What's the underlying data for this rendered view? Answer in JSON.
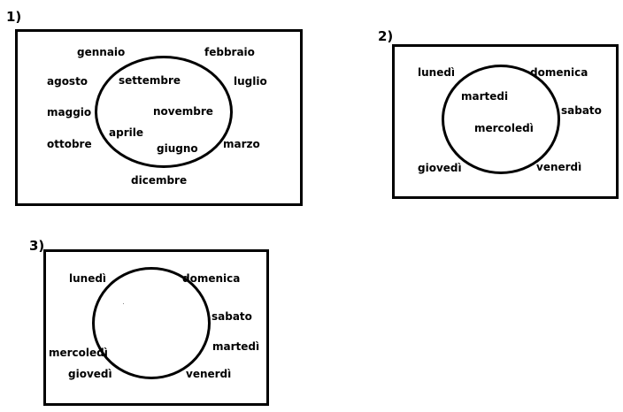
{
  "diagram1": {
    "number": "1)",
    "outside": [
      "gennaio",
      "febbraio",
      "agosto",
      "luglio",
      "maggio",
      "ottobre",
      "marzo",
      "dicembre"
    ],
    "inside": [
      "settembre",
      "novembre",
      "aprile",
      "giugno"
    ]
  },
  "diagram2": {
    "number": "2)",
    "outside": [
      "lunedì",
      "domenica",
      "sabato",
      "giovedì",
      "venerdì"
    ],
    "inside": [
      "martedi",
      "mercoledì"
    ]
  },
  "diagram3": {
    "number": "3)",
    "outside": [
      "lunedì",
      "domenica",
      "sabato",
      "martedì",
      "mercoledì",
      "giovedì",
      "venerdì"
    ],
    "inside": []
  }
}
